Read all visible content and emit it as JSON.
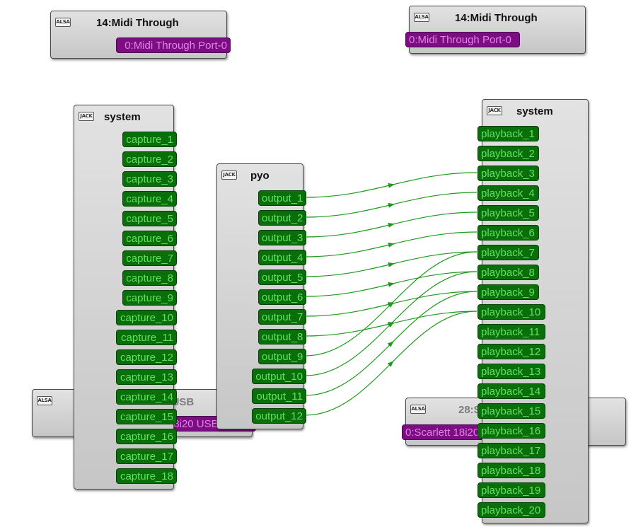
{
  "alsa_label": "ALSA",
  "jack_label": "JACK",
  "midi_through_left": {
    "title": "14:Midi Through",
    "port": "0:Midi Through Port-0"
  },
  "midi_through_right": {
    "title": "14:Midi Through",
    "port": "0:Midi Through Port-0"
  },
  "scarlett_left": {
    "title": "28:Scarlett 18i20 USB",
    "port": "0:Scarlett 18i20 USB MIDI 1"
  },
  "scarlett_right": {
    "title": "28:Scarlett 18i20 USB",
    "port": "0:Scarlett 18i20 USB MIDI 1"
  },
  "system_capture": {
    "title": "system",
    "ports": [
      "capture_1",
      "capture_2",
      "capture_3",
      "capture_4",
      "capture_5",
      "capture_6",
      "capture_7",
      "capture_8",
      "capture_9",
      "capture_10",
      "capture_11",
      "capture_12",
      "capture_13",
      "capture_14",
      "capture_15",
      "capture_16",
      "capture_17",
      "capture_18"
    ]
  },
  "pyo": {
    "title": "pyo",
    "ports": [
      "output_1",
      "output_2",
      "output_3",
      "output_4",
      "output_5",
      "output_6",
      "output_7",
      "output_8",
      "output_9",
      "output_10",
      "output_11",
      "output_12"
    ]
  },
  "system_playback": {
    "title": "system",
    "ports": [
      "playback_1",
      "playback_2",
      "playback_3",
      "playback_4",
      "playback_5",
      "playback_6",
      "playback_7",
      "playback_8",
      "playback_9",
      "playback_10",
      "playback_11",
      "playback_12",
      "playback_13",
      "playback_14",
      "playback_15",
      "playback_16",
      "playback_17",
      "playback_18",
      "playback_19",
      "playback_20"
    ]
  },
  "connections": [
    [
      "output_1",
      "playback_3"
    ],
    [
      "output_2",
      "playback_4"
    ],
    [
      "output_3",
      "playback_5"
    ],
    [
      "output_4",
      "playback_6"
    ],
    [
      "output_5",
      "playback_7"
    ],
    [
      "output_6",
      "playback_8"
    ],
    [
      "output_7",
      "playback_9"
    ],
    [
      "output_8",
      "playback_10"
    ],
    [
      "output_9",
      "playback_7"
    ],
    [
      "output_10",
      "playback_8"
    ],
    [
      "output_11",
      "playback_9"
    ],
    [
      "output_12",
      "playback_10"
    ]
  ],
  "colors": {
    "audio_port": "#0a6e0a",
    "audio_port_text": "#5fe45f",
    "midi_port": "#7d0d82",
    "midi_port_text": "#e083e6",
    "wire": "#1f9a1f"
  }
}
